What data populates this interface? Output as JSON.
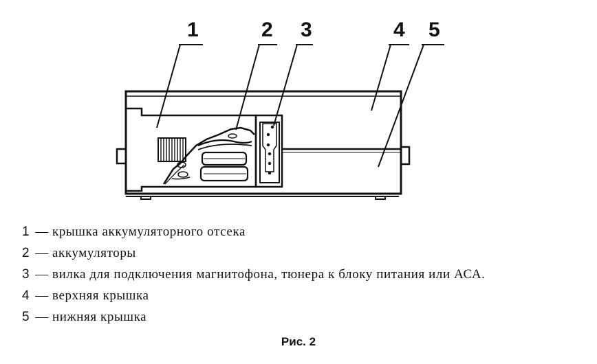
{
  "diagram": {
    "callouts": [
      "1",
      "2",
      "3",
      "4",
      "5"
    ]
  },
  "legend": [
    {
      "num": "1",
      "dash": "—",
      "text": "крышка аккумуляторного отсека"
    },
    {
      "num": "2",
      "dash": "—",
      "text": "аккумуляторы"
    },
    {
      "num": "3",
      "dash": "—",
      "text": "вилка для подключения магнитофона, тюнера к блоку питания или АСА."
    },
    {
      "num": "4",
      "dash": "—",
      "text": "верхняя крышка"
    },
    {
      "num": "5",
      "dash": "—",
      "text": "нижняя крышка"
    }
  ],
  "caption": "Рис. 2"
}
